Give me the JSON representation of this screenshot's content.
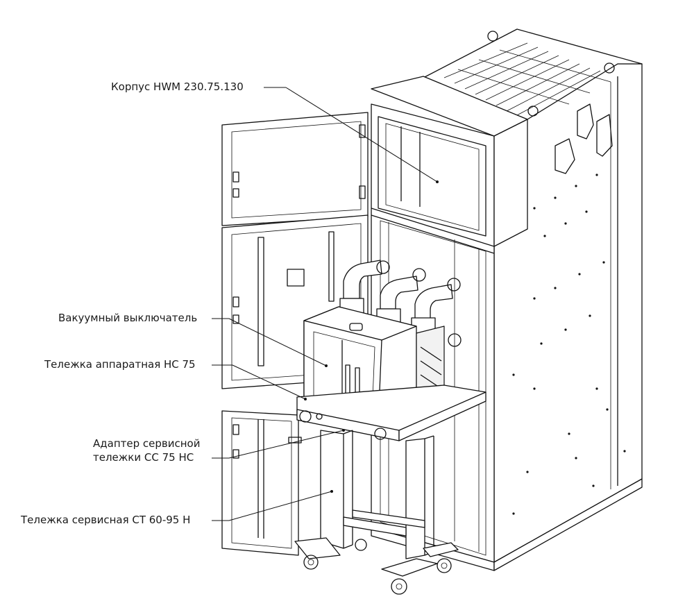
{
  "labels": {
    "housing": "Корпус  HWM 230.75.130",
    "vacuum_breaker": "Вакуумный выключатель",
    "apparatus_cart": "Тележка аппаратная НС 75",
    "service_adapter_line1": "Адаптер сервисной",
    "service_adapter_line2": "тележки СС 75 НС",
    "service_cart": "Тележка сервисная СТ 60-95 Н"
  },
  "colors": {
    "line": "#111111",
    "background": "#ffffff",
    "text": "#1a1a1a"
  }
}
